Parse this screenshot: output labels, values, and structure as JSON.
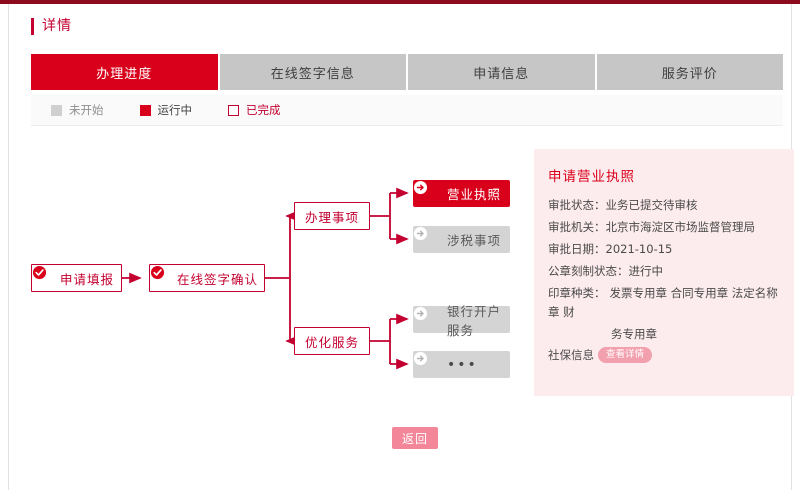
{
  "header": {
    "title": "详情"
  },
  "tabs": [
    {
      "label": "办理进度",
      "active": true
    },
    {
      "label": "在线签字信息",
      "active": false
    },
    {
      "label": "申请信息",
      "active": false
    },
    {
      "label": "服务评价",
      "active": false
    }
  ],
  "legend": [
    {
      "label": "未开始",
      "state": "not-started",
      "color": "#cfcfcf"
    },
    {
      "label": "运行中",
      "state": "running",
      "color": "#d9001b"
    },
    {
      "label": "已完成",
      "state": "completed",
      "color": "#c3002f"
    }
  ],
  "flow": {
    "nodes": [
      {
        "id": "apply-fill",
        "label": "申请填报",
        "state": "completed",
        "icon": "check-circle-icon"
      },
      {
        "id": "online-sign",
        "label": "在线签字确认",
        "state": "completed",
        "icon": "check-circle-icon"
      },
      {
        "id": "handle-items",
        "label": "办理事项",
        "state": "completed",
        "icon": "none"
      },
      {
        "id": "optimize-service",
        "label": "优化服务",
        "state": "completed",
        "icon": "none"
      },
      {
        "id": "business-license",
        "label": "营业执照",
        "state": "running",
        "icon": "arrow-circle-icon"
      },
      {
        "id": "tax-matters",
        "label": "涉税事项",
        "state": "not-started",
        "icon": "arrow-circle-icon"
      },
      {
        "id": "bank-account",
        "label": "银行开户服务",
        "state": "not-started",
        "icon": "arrow-circle-icon"
      },
      {
        "id": "more",
        "label": "•••",
        "state": "not-started",
        "icon": "arrow-circle-icon"
      }
    ]
  },
  "panel": {
    "title": "申请营业执照",
    "rows": [
      {
        "key": "审批状态：",
        "value": "业务已提交待审核"
      },
      {
        "key": "审批机关：",
        "value": "北京市海淀区市场监督管理局"
      },
      {
        "key": "审批日期：",
        "value": "2021-10-15"
      },
      {
        "key": "公章刻制状态：",
        "value": "进行中"
      }
    ],
    "seal_label": "印章种类：",
    "seal_types": [
      "发票专用章",
      "合同专用章",
      "法定名称章",
      "财务专用章"
    ],
    "seal_line1": "发票专用章 合同专用章 法定名称章 财",
    "seal_line2": "务专用章",
    "social_label": "社保信息",
    "social_button": "查看详情"
  },
  "footer": {
    "back_label": "返回"
  },
  "colors": {
    "primary_red": "#d9001b",
    "dark_red": "#c3002f",
    "top_strip": "#8c0b1c",
    "gray_node": "#d4d4d4",
    "panel_bg": "#fdecee",
    "pink_button": "#f4869a"
  }
}
